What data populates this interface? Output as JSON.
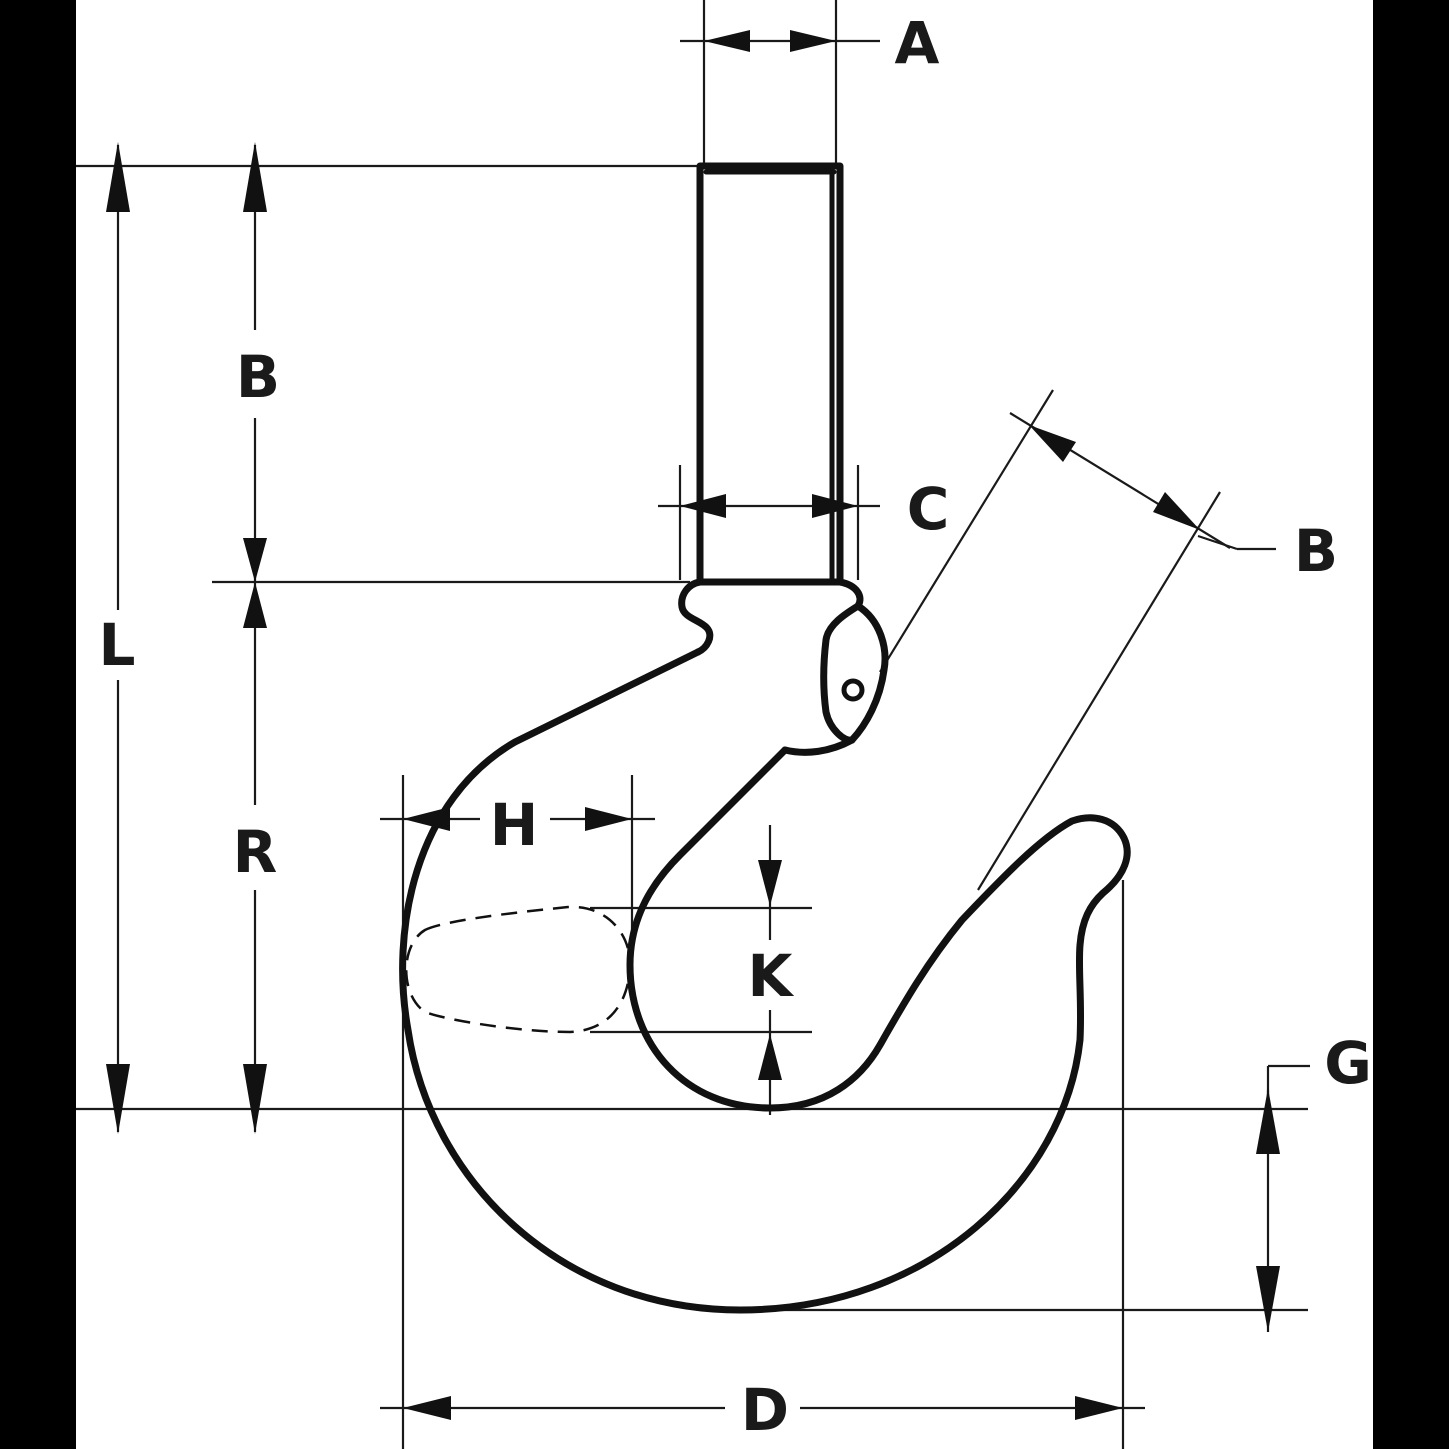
{
  "colors": {
    "background": "#000000",
    "paper": "#ffffff",
    "line": "#111111"
  },
  "labels": {
    "A": "A",
    "B_top": "B",
    "B_side": "B",
    "C": "C",
    "L": "L",
    "R": "R",
    "H": "H",
    "K": "K",
    "G": "G",
    "D": "D"
  }
}
